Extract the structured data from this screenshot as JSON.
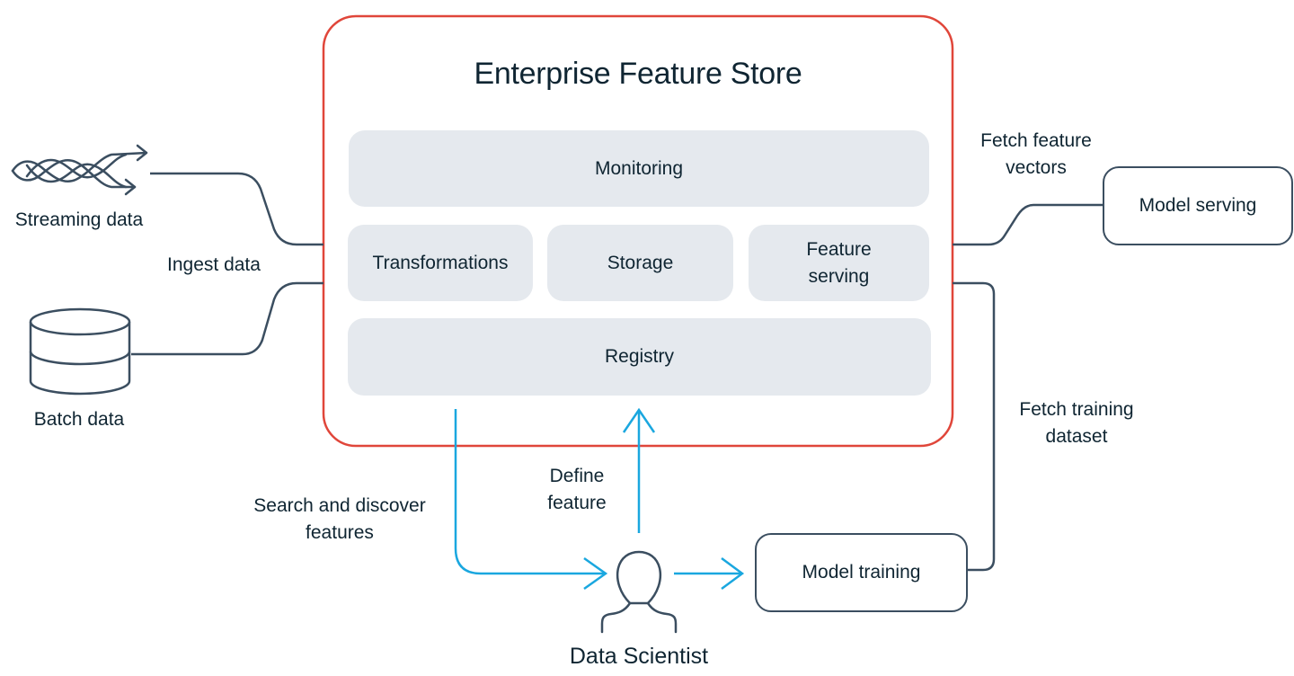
{
  "colors": {
    "store_border": "#e0463a",
    "module_fill": "#e5e9ee",
    "connector": "#3b4e60",
    "flow_arrow": "#1aa7df",
    "text": "#0f2532"
  },
  "feature_store": {
    "title": "Enterprise Feature Store",
    "modules": {
      "monitoring": "Monitoring",
      "transformations": "Transformations",
      "storage": "Storage",
      "feature_serving": [
        "Feature",
        "serving"
      ],
      "registry": "Registry"
    }
  },
  "sources": {
    "streaming": {
      "label": "Streaming data",
      "icon": "streaming-data-icon"
    },
    "batch": {
      "label": "Batch data",
      "icon": "database-icon"
    },
    "ingest_label": "Ingest data"
  },
  "consumers": {
    "model_serving": "Model serving",
    "model_training": "Model training",
    "fetch_vectors_label": [
      "Fetch feature",
      "vectors"
    ],
    "fetch_training_label": [
      "Fetch training",
      "dataset"
    ]
  },
  "actor": {
    "label": "Data Scientist",
    "icon": "person-icon",
    "search_label": [
      "Search and discover",
      "features"
    ],
    "define_label": [
      "Define",
      "feature"
    ]
  }
}
